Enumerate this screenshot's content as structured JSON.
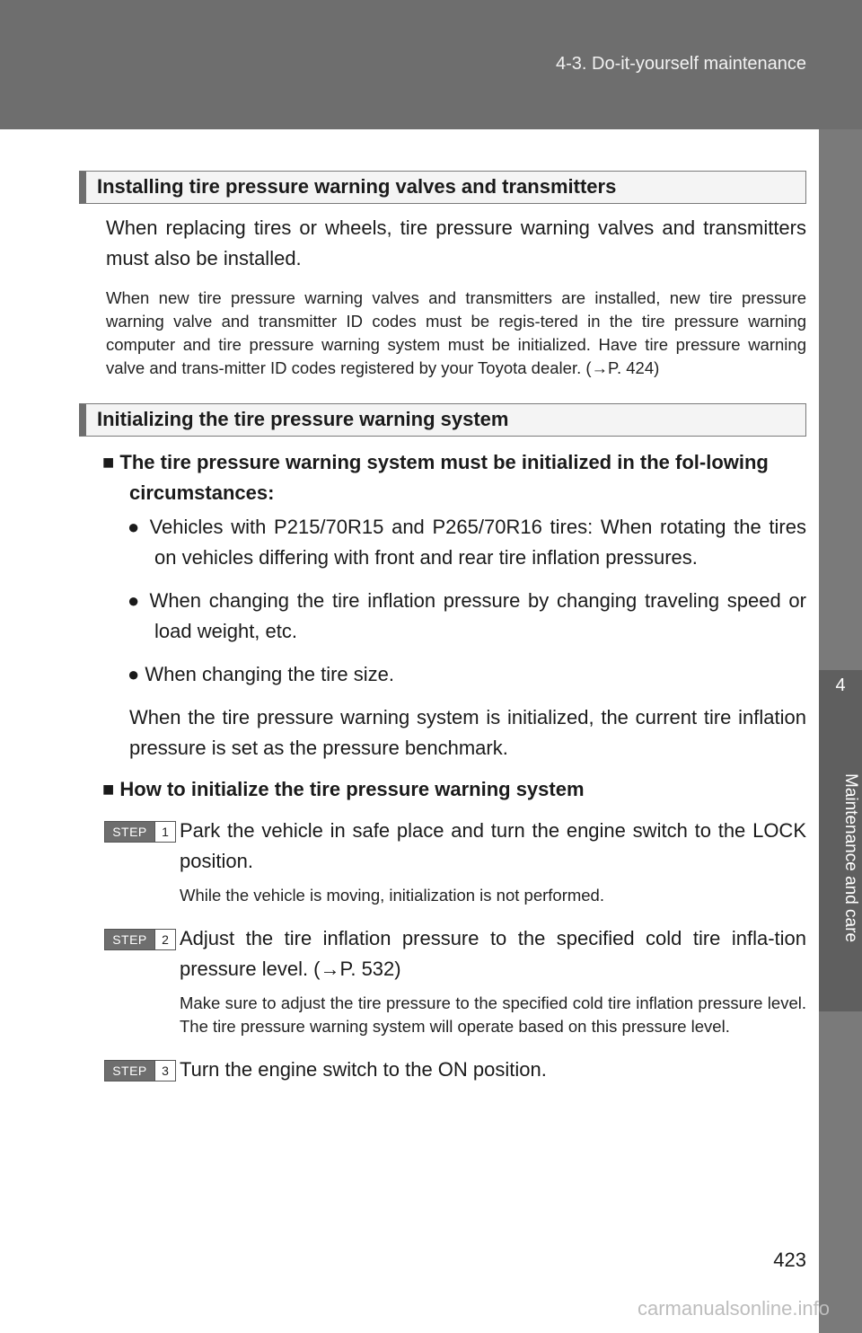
{
  "header": {
    "section": "4-3. Do-it-yourself maintenance"
  },
  "side_tab": {
    "chapter_number": "4",
    "chapter_label": "Maintenance and care"
  },
  "sections": [
    {
      "title": "Installing tire pressure warning valves and transmitters",
      "para_main": "When replacing tires or wheels, tire pressure warning valves and transmitters must also be installed.",
      "para_note": "When new tire pressure warning valves and transmitters are installed, new tire pressure warning valve and transmitter ID codes must be regis-tered in the tire pressure warning computer and tire pressure warning system must be initialized. Have tire pressure warning valve and trans-mitter ID codes registered by your Toyota dealer. (→P. 424)"
    },
    {
      "title": "Initializing the tire pressure warning system",
      "sub1": "■ The tire pressure warning system must be initialized in the fol-lowing circumstances:",
      "bullets": [
        "● Vehicles with P215/70R15 and P265/70R16 tires: When rotating the tires on vehicles differing with front and rear tire inflation pressures.",
        "● When changing the tire inflation pressure by changing traveling speed or load weight, etc.",
        "● When changing the tire size."
      ],
      "after_bullets": "When the tire pressure warning system is initialized, the current tire inflation pressure is set as the pressure benchmark.",
      "sub2": "■ How to initialize the tire pressure warning system",
      "steps": [
        {
          "label": "STEP",
          "num": "1",
          "text": "Park the vehicle in safe place and turn the engine switch to the LOCK position.",
          "note": "While the vehicle is moving, initialization is not performed."
        },
        {
          "label": "STEP",
          "num": "2",
          "text": "Adjust the tire inflation pressure to the specified cold tire infla-tion pressure level. (→P. 532)",
          "note": "Make sure to adjust the tire pressure to the specified cold tire inflation pressure level. The tire pressure warning system will operate based on this pressure level."
        },
        {
          "label": "STEP",
          "num": "3",
          "text": "Turn the engine switch to the ON position.",
          "note": ""
        }
      ]
    }
  ],
  "footer": {
    "page_number": "423",
    "watermark": "carmanualsonline.info"
  }
}
